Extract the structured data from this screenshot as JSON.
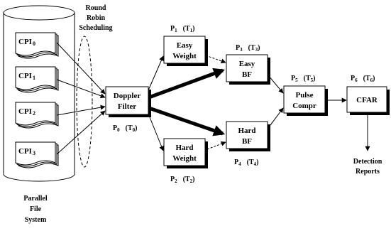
{
  "storage": {
    "label_lines": [
      "Parallel",
      "File",
      "System"
    ]
  },
  "cpi": [
    {
      "name": "CPI",
      "sub": "0"
    },
    {
      "name": "CPI",
      "sub": "1"
    },
    {
      "name": "CPI",
      "sub": "2"
    },
    {
      "name": "CPI",
      "sub": "3"
    }
  ],
  "scheduling": {
    "label_lines": [
      "Round",
      "Robin",
      "Scheduling"
    ]
  },
  "tasks": {
    "doppler": {
      "lines": [
        "Doppler",
        "Filter"
      ],
      "proc": "P",
      "proc_sub": "0",
      "task": "(T",
      "task_sub": "0",
      "close": ")"
    },
    "easy_weight": {
      "lines": [
        "Easy",
        "Weight"
      ],
      "proc": "P",
      "proc_sub": "1",
      "task": "(T",
      "task_sub": "1",
      "close": ")"
    },
    "hard_weight": {
      "lines": [
        "Hard",
        "Weight"
      ],
      "proc": "P",
      "proc_sub": "2",
      "task": "(T",
      "task_sub": "2",
      "close": ")"
    },
    "easy_bf": {
      "lines": [
        "Easy",
        "BF"
      ],
      "proc": "P",
      "proc_sub": "3",
      "task": "(T",
      "task_sub": "3",
      "close": ")"
    },
    "hard_bf": {
      "lines": [
        "Hard",
        "BF"
      ],
      "proc": "P",
      "proc_sub": "4",
      "task": "(T",
      "task_sub": "4",
      "close": ")"
    },
    "pulse": {
      "lines": [
        "Pulse",
        "Compr"
      ],
      "proc": "P",
      "proc_sub": "5",
      "task": "(T",
      "task_sub": "5",
      "close": ")"
    },
    "cfar": {
      "lines": [
        "CFAR"
      ],
      "proc": "P",
      "proc_sub": "6",
      "task": "(T",
      "task_sub": "6",
      "close": ")"
    }
  },
  "output": {
    "label_lines": [
      "Detection",
      "Reports"
    ]
  }
}
